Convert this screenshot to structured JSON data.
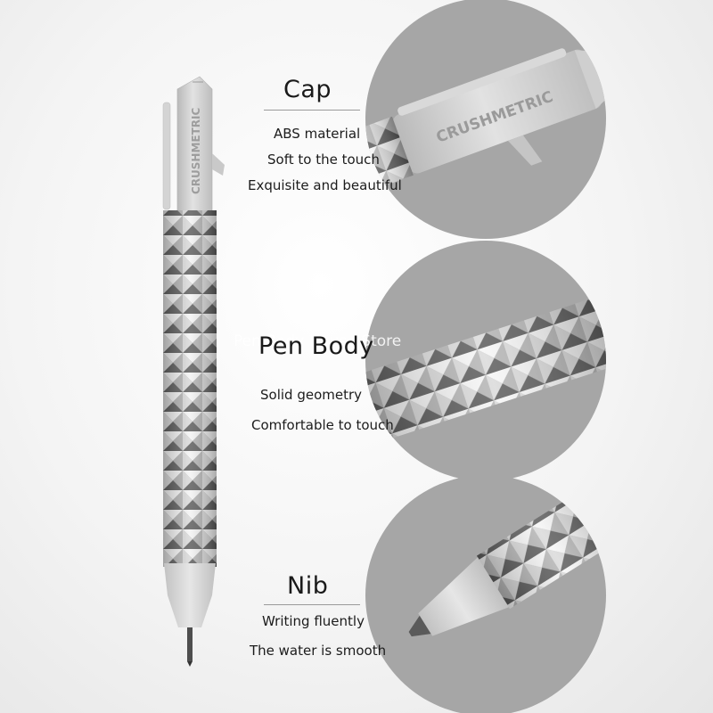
{
  "pen": {
    "brand_text": "CRUSHMETRIC"
  },
  "watermark": "Pen Body House Store",
  "sections": {
    "cap": {
      "title": "Cap",
      "features": [
        "ABS material",
        "Soft to the touch",
        "Exquisite and beautiful"
      ]
    },
    "body": {
      "title": "Pen Body",
      "features": [
        "Solid geometry",
        "Comfortable to touch"
      ]
    },
    "nib": {
      "title": "Nib",
      "features": [
        "Writing fluently",
        "The water is smooth"
      ]
    }
  },
  "colors": {
    "background": "#f4f4f4",
    "circle": "#a6a6a6",
    "cap_grey": "#cfcfcf",
    "metal_light": "#f5f5f5",
    "metal_dark": "#6d6d6d"
  }
}
